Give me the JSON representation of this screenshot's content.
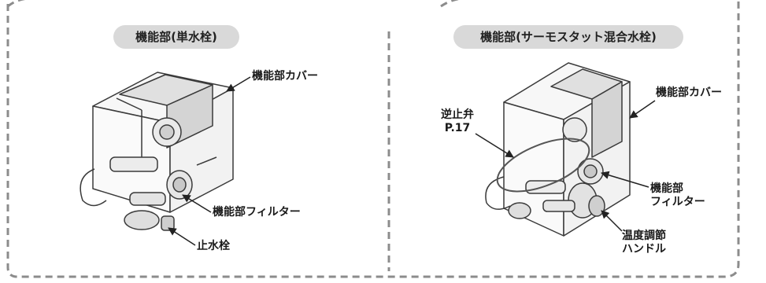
{
  "left_panel": {
    "title": "機能部(単水栓)",
    "labels": {
      "cover": "機能部カバー",
      "filter": "機能部フィルター",
      "stop_valve": "止水栓"
    }
  },
  "right_panel": {
    "title": "機能部(サーモスタット混合水栓)",
    "labels": {
      "cover": "機能部カバー",
      "check_valve": "逆止弁",
      "check_valve_ref": "P.17",
      "filter_line1": "機能部",
      "filter_line2": "フィルター",
      "temp_handle_line1": "温度調節",
      "temp_handle_line2": "ハンドル"
    }
  },
  "colors": {
    "border_dash": "#8c8c8c",
    "pill_bg": "#d9d9d9",
    "drawing_line": "#3a3a3a"
  }
}
